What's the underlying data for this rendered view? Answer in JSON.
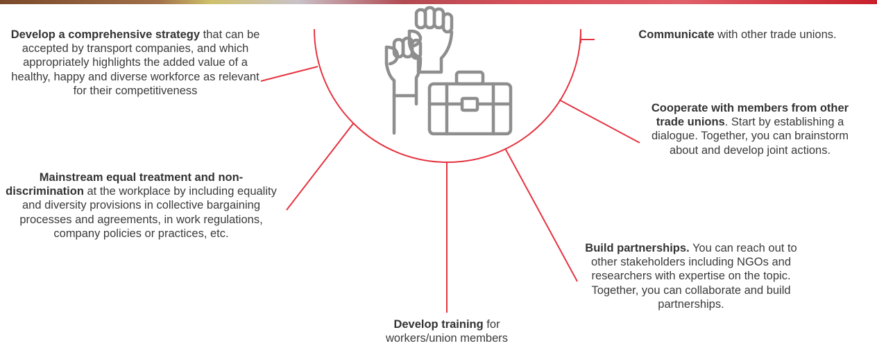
{
  "colors": {
    "accent": "#e53340",
    "icon": "#8e8e8e",
    "text": "#3a3a3a"
  },
  "icon": "raised-fists-and-briefcase-icon",
  "items": [
    {
      "bold": "Develop a comprehensive strategy",
      "text": " that can be accepted by transport companies, and which appropriately highlights the added value of a healthy, happy and diverse workforce as relevant for their competitiveness"
    },
    {
      "bold": "Mainstream equal treatment and non-discrimination",
      "text": " at the workplace by including equality and diversity provisions in collective bargaining processes and agreements, in work regulations, company policies or practices, etc."
    },
    {
      "bold": "Develop training",
      "text": " for workers/union members"
    },
    {
      "bold": "Build partnerships.",
      "text": " You can reach out to other stakeholders including NGOs and researchers with expertise on the topic. Together, you can collaborate and build partnerships."
    },
    {
      "bold": "Cooperate with members from other trade unions",
      "text": ". Start by establishing a dialogue. Together, you can brainstorm about and develop joint actions."
    },
    {
      "bold": "Communicate",
      "text": " with other trade unions."
    }
  ]
}
